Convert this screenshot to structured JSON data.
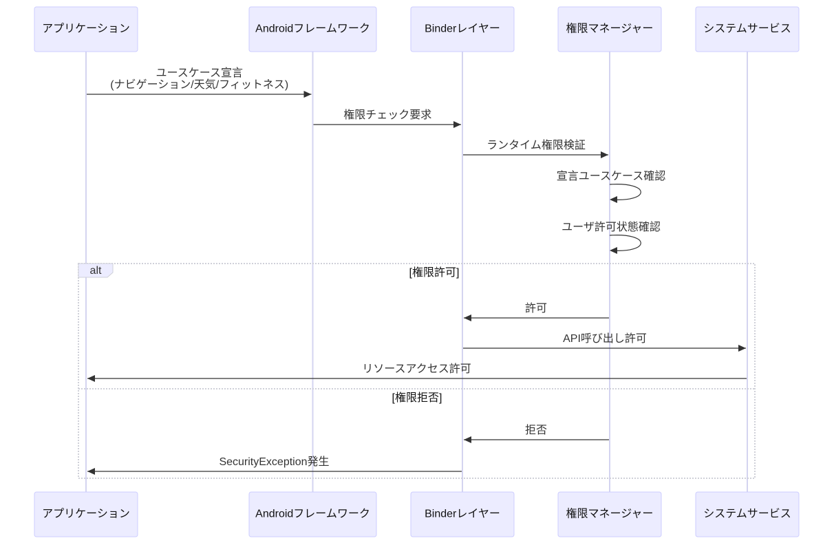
{
  "participants": [
    {
      "id": "app",
      "label": "アプリケーション"
    },
    {
      "id": "fw",
      "label": "Androidフレームワーク"
    },
    {
      "id": "binder",
      "label": "Binderレイヤー"
    },
    {
      "id": "perm",
      "label": "権限マネージャー"
    },
    {
      "id": "sys",
      "label": "システムサービス"
    }
  ],
  "messages": [
    {
      "from": "app",
      "to": "fw",
      "lines": [
        "ユースケース宣言",
        "(ナビゲーション/天気/フィットネス)"
      ]
    },
    {
      "from": "fw",
      "to": "binder",
      "lines": [
        "権限チェック要求"
      ]
    },
    {
      "from": "binder",
      "to": "perm",
      "lines": [
        "ランタイム権限検証"
      ]
    },
    {
      "from": "perm",
      "to": "perm",
      "lines": [
        "宣言ユースケース確認"
      ]
    },
    {
      "from": "perm",
      "to": "perm",
      "lines": [
        "ユーザ許可状態確認"
      ]
    },
    {
      "from": "perm",
      "to": "binder",
      "lines": [
        "許可"
      ]
    },
    {
      "from": "binder",
      "to": "sys",
      "lines": [
        "API呼び出し許可"
      ]
    },
    {
      "from": "sys",
      "to": "app",
      "lines": [
        "リソースアクセス許可"
      ]
    },
    {
      "from": "perm",
      "to": "binder",
      "lines": [
        "拒否"
      ]
    },
    {
      "from": "binder",
      "to": "app",
      "lines": [
        "SecurityException発生"
      ]
    }
  ],
  "alt_block": {
    "tag": "alt",
    "conditions": [
      "[権限許可]",
      "[権限拒否]"
    ]
  },
  "colors": {
    "actor_fill": "#ececff",
    "actor_stroke": "#ccccff",
    "lifeline": "#d4d4f0",
    "message": "#333333",
    "frame": "#cfd0d8"
  }
}
